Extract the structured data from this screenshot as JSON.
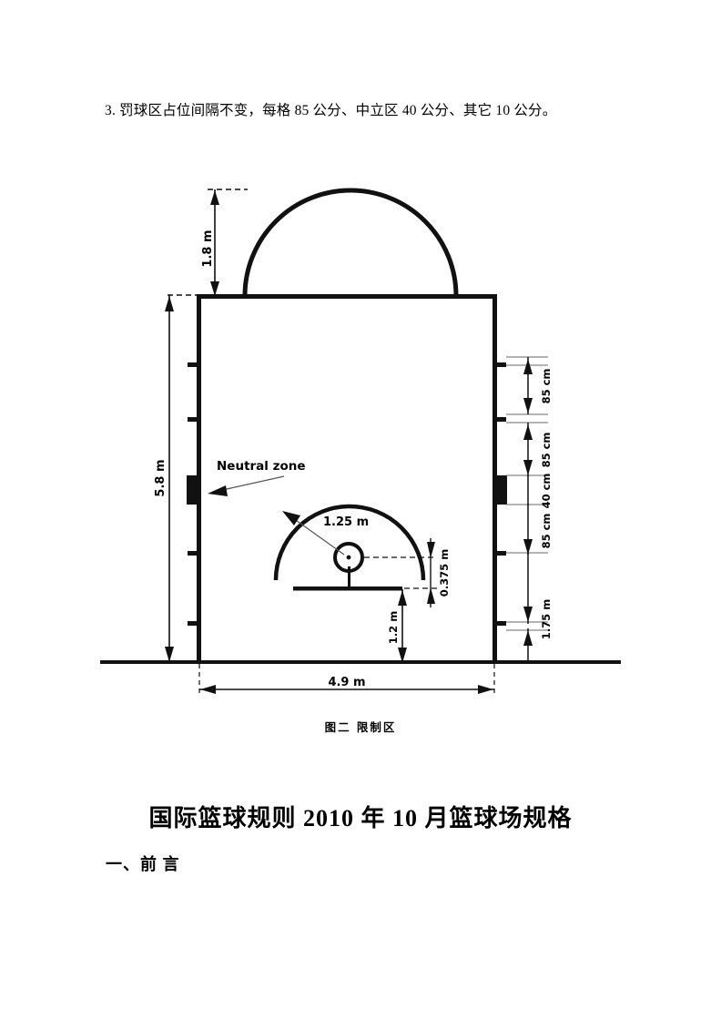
{
  "document": {
    "paragraph": "3. 罚球区占位间隔不变，每格 85 公分、中立区 40 公分、其它 10 公分。",
    "title": "国际篮球规则 2010 年 10 月篮球场规格",
    "section_heading": "一、前 言"
  },
  "figure": {
    "caption": "图二  限制区",
    "labels": {
      "neutral_zone": "Neutral zone",
      "arc_radius": "1.25 m",
      "ring_offset": "0.375 m",
      "backboard_height": "1.2 m",
      "top_arc": "1.8 m",
      "left_height": "5.8 m",
      "bottom_width": "4.9 m"
    },
    "right_dimensions": [
      {
        "value": "85 cm"
      },
      {
        "value": "85 cm"
      },
      {
        "value": "40 cm"
      },
      {
        "value": "85 cm"
      },
      {
        "value": "1.75 m"
      }
    ]
  },
  "colors": {
    "ink": "#111111",
    "paper": "#ffffff"
  }
}
